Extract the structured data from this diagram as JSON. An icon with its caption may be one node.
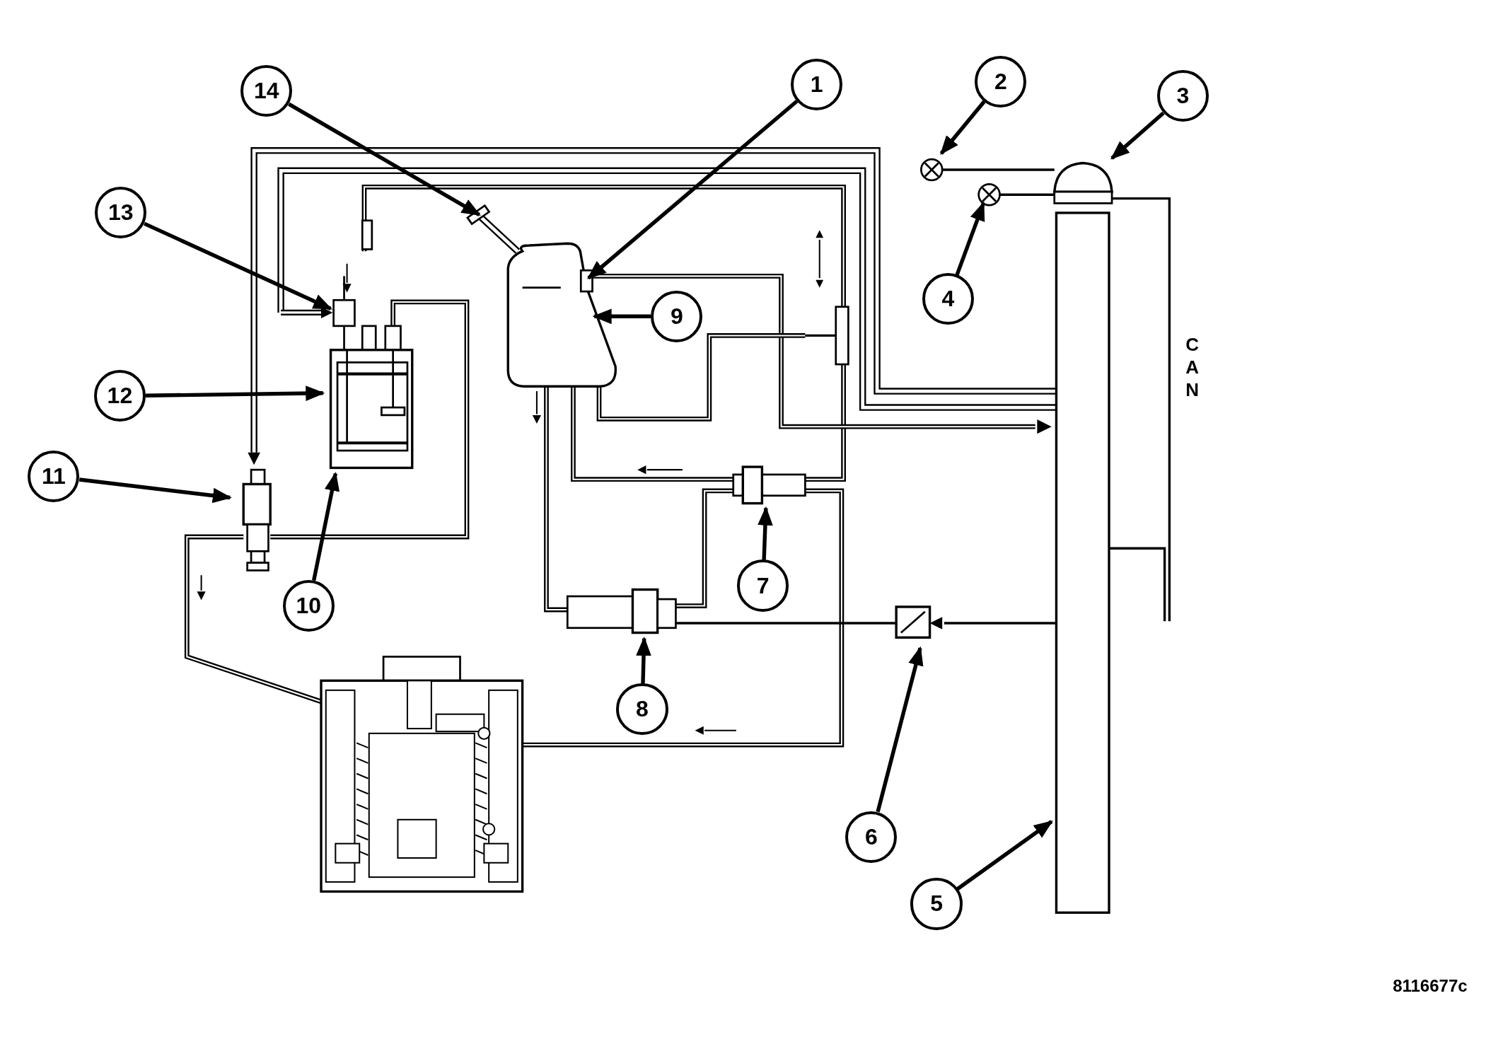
{
  "diagram": {
    "nodes": [
      {
        "text": [
          "1"
        ]
      },
      {
        "text": [
          "2"
        ]
      },
      {
        "text": [
          "3"
        ]
      },
      {
        "text": [
          "4"
        ]
      },
      {
        "text": [
          "5"
        ]
      },
      {
        "text": [
          "6"
        ]
      },
      {
        "text": [
          "7"
        ]
      },
      {
        "text": [
          "8"
        ]
      },
      {
        "text": [
          "9"
        ]
      },
      {
        "text": [
          "10"
        ]
      },
      {
        "text": [
          "11"
        ]
      },
      {
        "text": [
          "12"
        ]
      },
      {
        "text": [
          "13"
        ]
      },
      {
        "text": [
          "14"
        ]
      }
    ],
    "edges": [
      {
        "from": 0,
        "to": null,
        "arrow": "to"
      },
      {
        "from": 1,
        "to": null,
        "arrow": "to"
      },
      {
        "from": 2,
        "to": null,
        "arrow": "to"
      },
      {
        "from": 3,
        "to": null,
        "arrow": "to"
      },
      {
        "from": 4,
        "to": null,
        "arrow": "to"
      },
      {
        "from": 5,
        "to": null,
        "arrow": "to"
      },
      {
        "from": 6,
        "to": null,
        "arrow": "to"
      },
      {
        "from": 7,
        "to": null,
        "arrow": "to"
      },
      {
        "from": 8,
        "to": null,
        "arrow": "to"
      },
      {
        "from": 9,
        "to": null,
        "arrow": "to"
      },
      {
        "from": 10,
        "to": null,
        "arrow": "to"
      },
      {
        "from": 11,
        "to": null,
        "arrow": "to"
      },
      {
        "from": 12,
        "to": null,
        "arrow": "to"
      },
      {
        "from": 13,
        "to": null,
        "arrow": "to"
      }
    ],
    "labels": [
      "CAN",
      "8116677c"
    ]
  }
}
